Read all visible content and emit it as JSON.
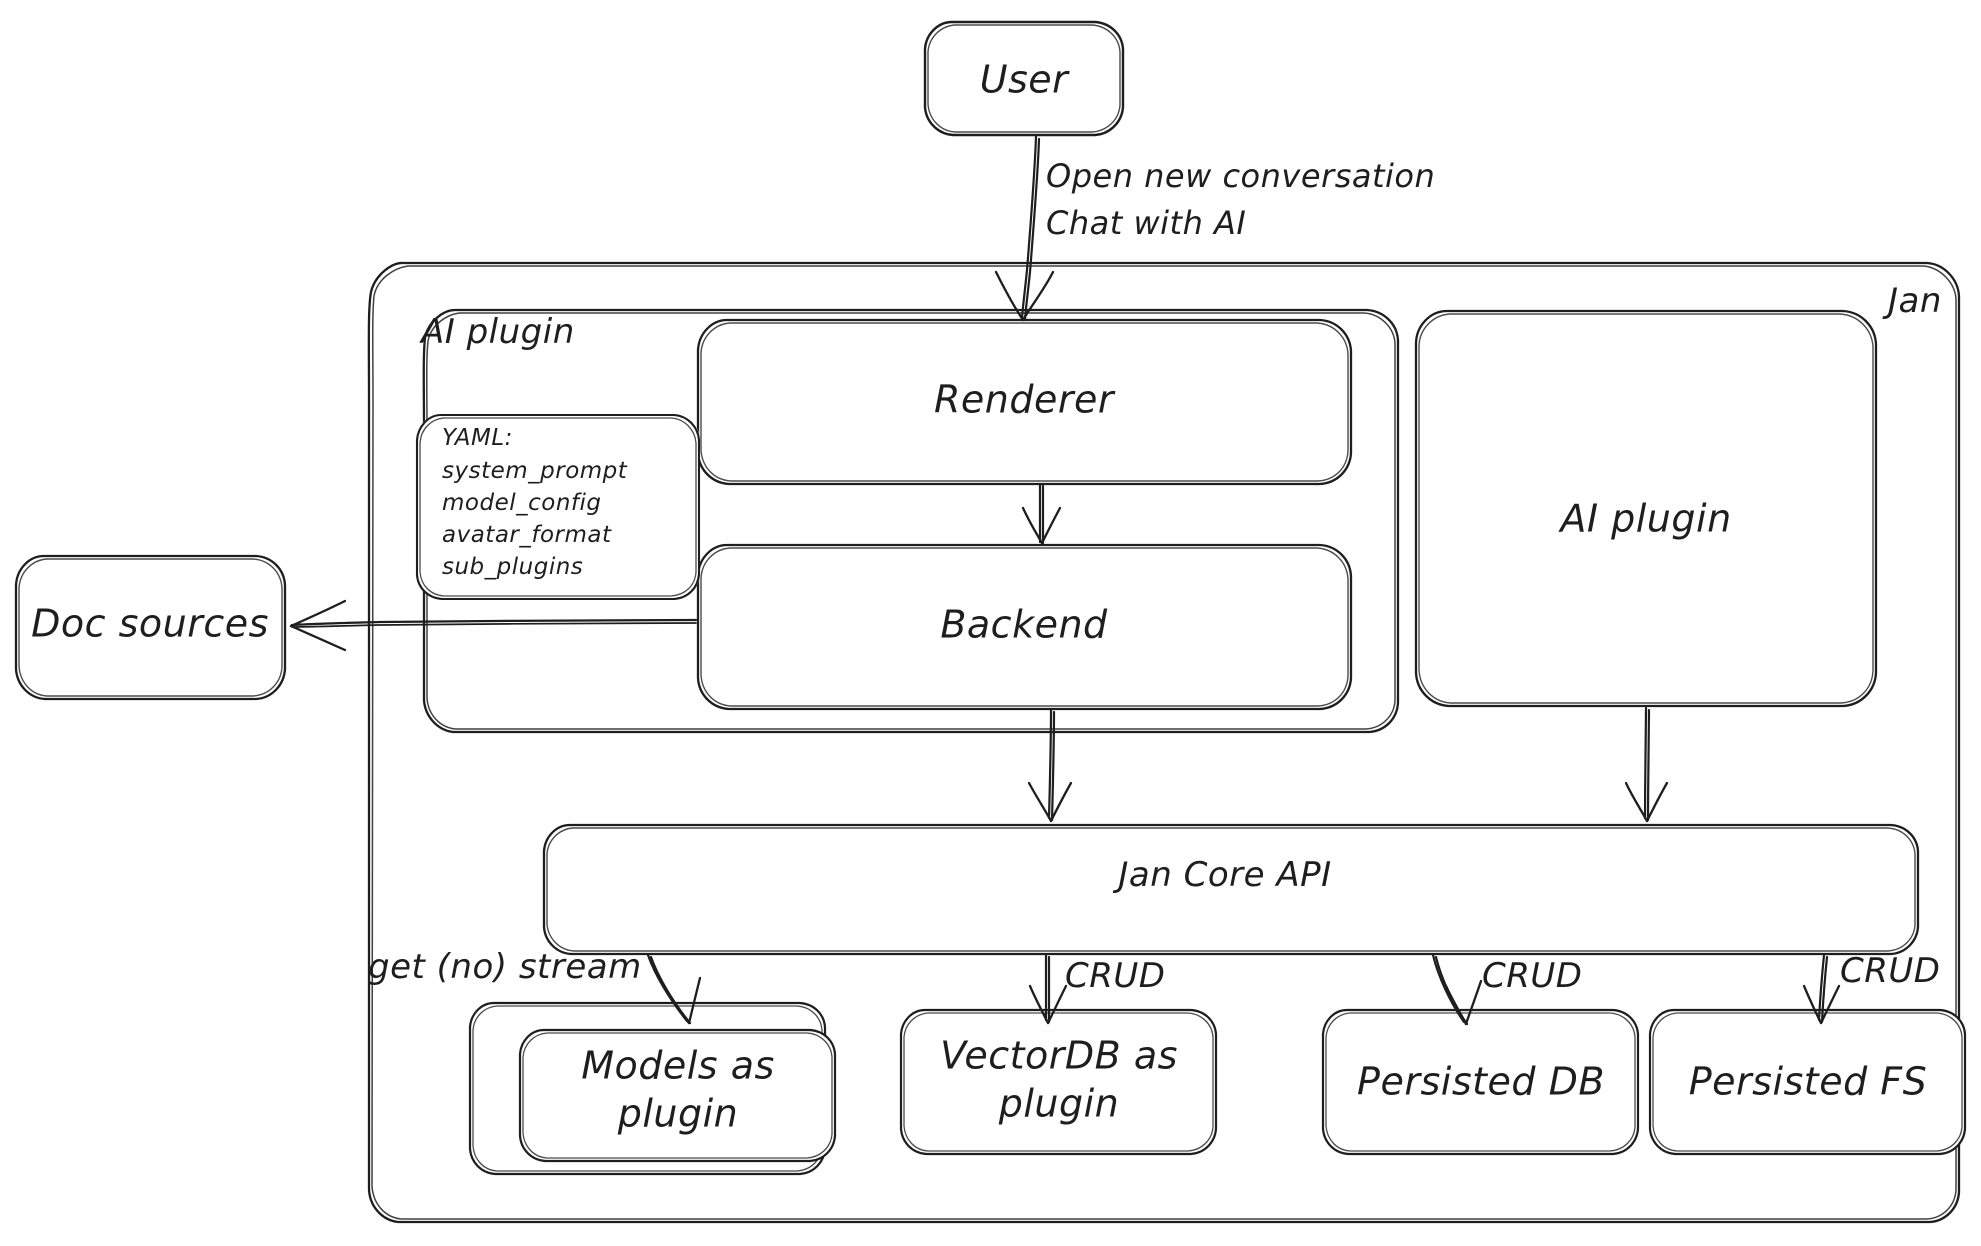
{
  "diagram": {
    "title_hidden": "Jan architecture overview",
    "style": "hand-drawn",
    "stroke_color": "#1e1e1e",
    "background_color": "#ffffff"
  },
  "nodes": {
    "user": {
      "label": "User"
    },
    "jan_group": {
      "label": "Jan"
    },
    "ai_plugin_group": {
      "label": "AI plugin"
    },
    "renderer": {
      "label": "Renderer"
    },
    "backend": {
      "label": "Backend"
    },
    "ai_plugin_box": {
      "label": "AI plugin"
    },
    "doc_sources": {
      "label": "Doc sources"
    },
    "jan_core_api": {
      "label": "Jan Core API"
    },
    "models_as_plugin": {
      "label": "Models as\nplugin"
    },
    "vectordb_as_plugin": {
      "label": "VectorDB as\nplugin"
    },
    "persisted_db": {
      "label": "Persisted DB"
    },
    "persisted_fs": {
      "label": "Persisted FS"
    }
  },
  "yaml_card": {
    "heading": "YAML:",
    "keys": [
      "system_prompt",
      "model_config",
      "avatar_format",
      "sub_plugins"
    ]
  },
  "edges": [
    {
      "id": "user-to-renderer",
      "from": "user",
      "to": "renderer",
      "label": "Open new conversation\nChat with AI"
    },
    {
      "id": "renderer-to-backend",
      "from": "renderer",
      "to": "backend",
      "label": ""
    },
    {
      "id": "backend-to-doc-sources",
      "from": "backend",
      "to": "doc_sources",
      "label": ""
    },
    {
      "id": "backend-to-core-api",
      "from": "backend",
      "to": "jan_core_api",
      "label": ""
    },
    {
      "id": "ai-plugin-to-core-api",
      "from": "ai_plugin_box",
      "to": "jan_core_api",
      "label": ""
    },
    {
      "id": "core-api-to-models",
      "from": "jan_core_api",
      "to": "models_as_plugin",
      "label": "get (no) stream"
    },
    {
      "id": "core-api-to-vectordb",
      "from": "jan_core_api",
      "to": "vectordb_as_plugin",
      "label": "CRUD"
    },
    {
      "id": "core-api-to-persisted-db",
      "from": "jan_core_api",
      "to": "persisted_db",
      "label": "CRUD"
    },
    {
      "id": "core-api-to-persisted-fs",
      "from": "jan_core_api",
      "to": "persisted_fs",
      "label": "CRUD"
    }
  ],
  "edge_labels": {
    "user_flow_line1": "Open new conversation",
    "user_flow_line2": "Chat with AI",
    "get_no_stream": "get (no) stream",
    "crud_1": "CRUD",
    "crud_2": "CRUD",
    "crud_3": "CRUD"
  }
}
